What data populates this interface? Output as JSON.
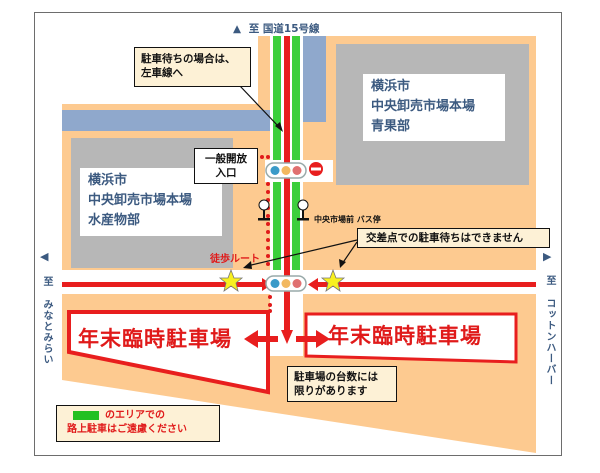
{
  "map": {
    "title_north": "至 国道15号線",
    "north_arrow": "▲",
    "west": {
      "arrow": "◀",
      "label": "至 みなとみらい"
    },
    "east": {
      "arrow": "▶",
      "label": "至 コットンハーバー"
    },
    "buildings": [
      {
        "id": "seafood",
        "lines": [
          "横浜市",
          "中央卸売市場本場",
          "水産物部"
        ]
      },
      {
        "id": "produce",
        "lines": [
          "横浜市",
          "中央卸売市場本場",
          "青果部"
        ]
      }
    ],
    "callouts": {
      "left_lane": [
        "駐車待ちの場合は、",
        "左車線へ"
      ],
      "entrance": [
        "一般開放",
        "入口"
      ],
      "no_waiting": "交差点での駐車待ちはできません",
      "limited": [
        "駐車場の台数には",
        "限りがあります"
      ]
    },
    "walk_route_label": "徒歩ルート",
    "bus_stop_label": "中央市場前 バス停",
    "parking_lots": [
      {
        "id": "left",
        "label": "年末臨時駐車場"
      },
      {
        "id": "right",
        "label": "年末臨時駐車場"
      }
    ],
    "legend": {
      "line1": "のエリアでの",
      "line2": "路上駐車はご遠慮ください",
      "swatch_color": "#22c022"
    },
    "colors": {
      "road_red": "#e81e1e",
      "green_zone": "#3ccf3c",
      "peach": "#fdca90",
      "blue": "#8fa8cc",
      "grey": "#b7b7b7",
      "label_blue": "#3c5a80"
    }
  }
}
